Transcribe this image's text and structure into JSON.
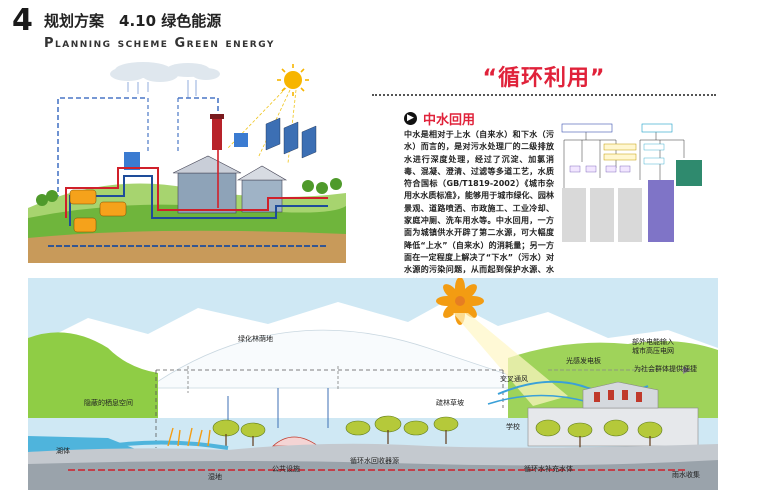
{
  "header": {
    "section_number": "4",
    "title_cn": "规划方案　4.10 绿色能源",
    "title_en": "Planning scheme Green energy"
  },
  "headline": "“循环利用”",
  "subsection": {
    "title": "中水回用",
    "body": "中水是相对于上水（自来水）和下水（污水）而言的，是对污水处理厂的二级排放水进行深度处理，经过了沉淀、加氯消毒、混凝、澄清、过滤等多道工艺，水质符合国标（GB/T1819-2002）《城市杂用水水质标准》，能够用于城市绿化、园林景观、道路喷洒、市政施工、工业冷却、家庭冲厕、洗车用水等。中水回用，一方面为城镇供水开辟了第二水源，可大幅度降低“上水”（自来水）的消耗量；另一方面在一定程度上解决了“下水”（污水）对水源的污染问题，从而起到保护水源、水量的作用。"
  },
  "section_labels": {
    "green_forest": "绿化林荫地",
    "habitat_space": "隐蔽的栖息空间",
    "wetland": "湿地",
    "lake": "湖体",
    "public_facilities": "公共设施",
    "recycled_water": "循环水回收器源",
    "sparse_forest": "疏林草坡",
    "school": "学校",
    "ventilation": "交叉通风",
    "solar_panel": "光感发电板",
    "grid_input": "部外电能输入\n城市高压电网",
    "public_convenience": "为社会群体提供便捷",
    "water_supply": "循环水补充水体",
    "rain_collection": "雨水收集"
  },
  "colors": {
    "accent": "#e0223a",
    "sky": "#c8e4f2",
    "grass": "#8dc63f",
    "water": "#4fb4dc",
    "pipe": "#1e4c9a"
  }
}
